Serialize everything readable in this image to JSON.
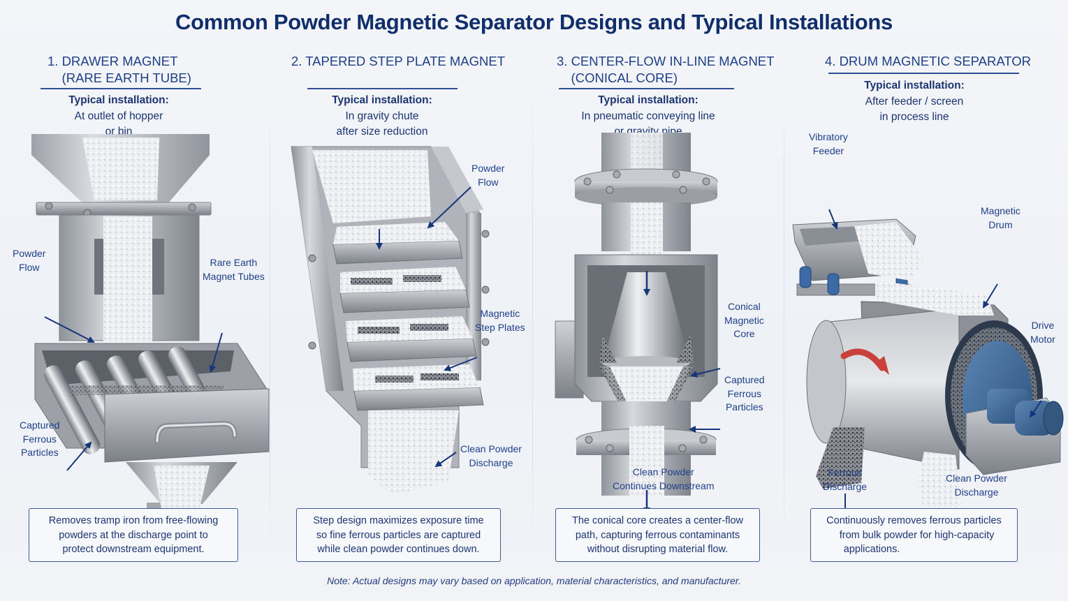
{
  "title": "Common Powder Magnetic Separator Designs and Typical Installations",
  "colors": {
    "title": "#0f2e6b",
    "heading": "#1d3f86",
    "rule": "#2f4f93",
    "callout": "#1f3f8a",
    "arrow": "#17357a",
    "steel": "#a9adb3",
    "motor_blue": "#3d6797",
    "rotation_arrow": "#c9413a",
    "background": "#f1f3f7"
  },
  "panels": [
    {
      "heading": "1. DRAWER MAGNET\n    (RARE EARTH TUBE)",
      "installation_label": "Typical installation:",
      "installation_text": "At outlet of hopper\nor bin",
      "callouts": [
        "Powder\nFlow",
        "Rare Earth\nMagnet Tubes",
        "Captured\nFerrous\nParticles"
      ],
      "caption": "Removes tramp iron from free-flowing\npowders at the discharge point to\nprotect downstream equipment."
    },
    {
      "heading": "2. TAPERED STEP PLATE MAGNET",
      "installation_label": "Typical installation:",
      "installation_text": "In gravity chute\nafter size reduction",
      "callouts": [
        "Powder\nFlow",
        "Magnetic\nStep Plates",
        "Clean Powder\nDischarge"
      ],
      "caption": "Step design maximizes exposure time\nso fine ferrous particles are captured\nwhile clean powder continues down."
    },
    {
      "heading": "3. CENTER-FLOW IN-LINE MAGNET\n    (CONICAL CORE)",
      "installation_label": "Typical installation:",
      "installation_text": "In pneumatic conveying line\nor gravity pipe",
      "callouts": [
        "Conical\nMagnetic\nCore",
        "Captured\nFerrous\nParticles",
        "Clean Powder\nContinues Downstream"
      ],
      "caption": "The conical core creates a center-flow\npath, capturing ferrous contaminants\nwithout disrupting material flow."
    },
    {
      "heading": "4. DRUM MAGNETIC SEPARATOR",
      "installation_label": "Typical installation:",
      "installation_text": "After feeder / screen\nin process line",
      "callouts": [
        "Vibratory\nFeeder",
        "Magnetic\nDrum",
        "Drive\nMotor",
        "Ferrous\nDischarge",
        "Clean Powder\nDischarge"
      ],
      "caption": "Continuously removes ferrous particles\n  from bulk powder for high-capacity\napplications.                              "
    }
  ],
  "note": "Note: Actual designs may vary based on application, material characteristics, and manufacturer."
}
